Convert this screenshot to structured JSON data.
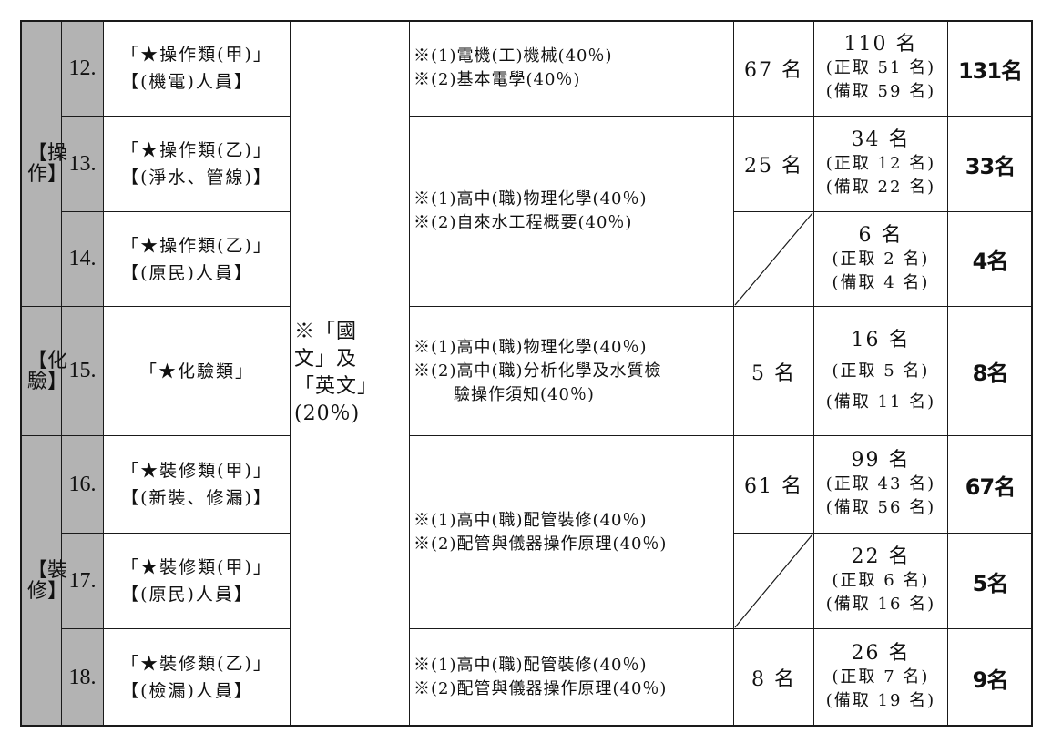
{
  "categories": [
    {
      "label": "【操作】"
    },
    {
      "label": "【化驗】"
    },
    {
      "label": "【裝修】"
    }
  ],
  "rows": [
    {
      "num": "12.",
      "name_line1": "「★操作類(甲)」",
      "name_line2": "【(機電)人員】",
      "subjects": [
        "※(1)電機(工)機械(40％)",
        "※(2)基本電學(40％)"
      ],
      "existing": "67 名",
      "rec_total": "110 名",
      "rec_main": "(正取 51 名)",
      "rec_backup": "(備取 59 名)",
      "grand_total": "131名"
    },
    {
      "num": "13.",
      "name_line1": "「★操作類(乙)」",
      "name_line2": "【(淨水、管線)】",
      "existing": "25 名",
      "rec_total": "34 名",
      "rec_main": "(正取 12 名)",
      "rec_backup": "(備取 22 名)",
      "grand_total": "33名"
    },
    {
      "num": "14.",
      "name_line1": "「★操作類(乙)」",
      "name_line2": "【(原民)人員】",
      "existing": "",
      "rec_total": "6 名",
      "rec_main": "(正取 2 名)",
      "rec_backup": "(備取 4 名)",
      "grand_total": "4名"
    },
    {
      "num": "15.",
      "name_line1": "「★化驗類」",
      "name_line2": "",
      "subjects": [
        "※(1)高中(職)物理化學(40％)",
        "※(2)高中(職)分析化學及水質檢",
        "驗操作須知(40％)"
      ],
      "existing": "5 名",
      "rec_total": "16 名",
      "rec_main": "(正取 5 名)",
      "rec_backup": "(備取 11 名)",
      "grand_total": "8名"
    },
    {
      "num": "16.",
      "name_line1": "「★裝修類(甲)」",
      "name_line2": "【(新裝、修漏)】",
      "existing": "61 名",
      "rec_total": "99 名",
      "rec_main": "(正取 43 名)",
      "rec_backup": "(備取 56 名)",
      "grand_total": "67名"
    },
    {
      "num": "17.",
      "name_line1": "「★裝修類(甲)」",
      "name_line2": "【(原民)人員】",
      "existing": "",
      "rec_total": "22 名",
      "rec_main": "(正取 6 名)",
      "rec_backup": "(備取 16 名)",
      "grand_total": "5名"
    },
    {
      "num": "18.",
      "name_line1": "「★裝修類(乙)」",
      "name_line2": "【(檢漏)人員】",
      "subjects": [
        "※(1)高中(職)配管裝修(40％)",
        "※(2)配管與儀器操作原理(40％)"
      ],
      "existing": "8 名",
      "rec_total": "26 名",
      "rec_main": "(正取 7 名)",
      "rec_backup": "(備取 19 名)",
      "grand_total": "9名"
    }
  ],
  "merged_subjects": {
    "rows_13_14": [
      "※(1)高中(職)物理化學(40％)",
      "※(2)自來水工程概要(40％)"
    ],
    "rows_16_17": [
      "※(1)高中(職)配管裝修(40％)",
      "※(2)配管與儀器操作原理(40％)"
    ]
  },
  "common_subject": [
    "※「國",
    "文」及",
    "「英文」",
    "(20％)"
  ],
  "colors": {
    "category_fill": "#b3b3b3",
    "rule": "#1a1a1a"
  }
}
